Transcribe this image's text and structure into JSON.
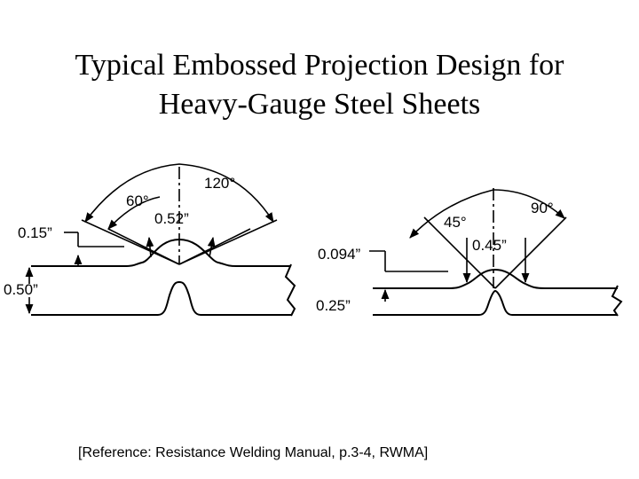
{
  "title": {
    "line1": "Typical Embossed Projection Design for",
    "line2": "Heavy-Gauge Steel Sheets"
  },
  "left_figure": {
    "angle_outer": "120°",
    "angle_inner": "60°",
    "dim_diameter": "0.52”",
    "dim_height": "0.15”",
    "dim_thickness": "0.50”"
  },
  "right_figure": {
    "angle_outer": "90°",
    "angle_inner": "45°",
    "dim_diameter": "0.45”",
    "dim_height": "0.094”",
    "dim_thickness": "0.25”"
  },
  "reference": "[Reference:  Resistance Welding Manual, p.3-4, RWMA]"
}
